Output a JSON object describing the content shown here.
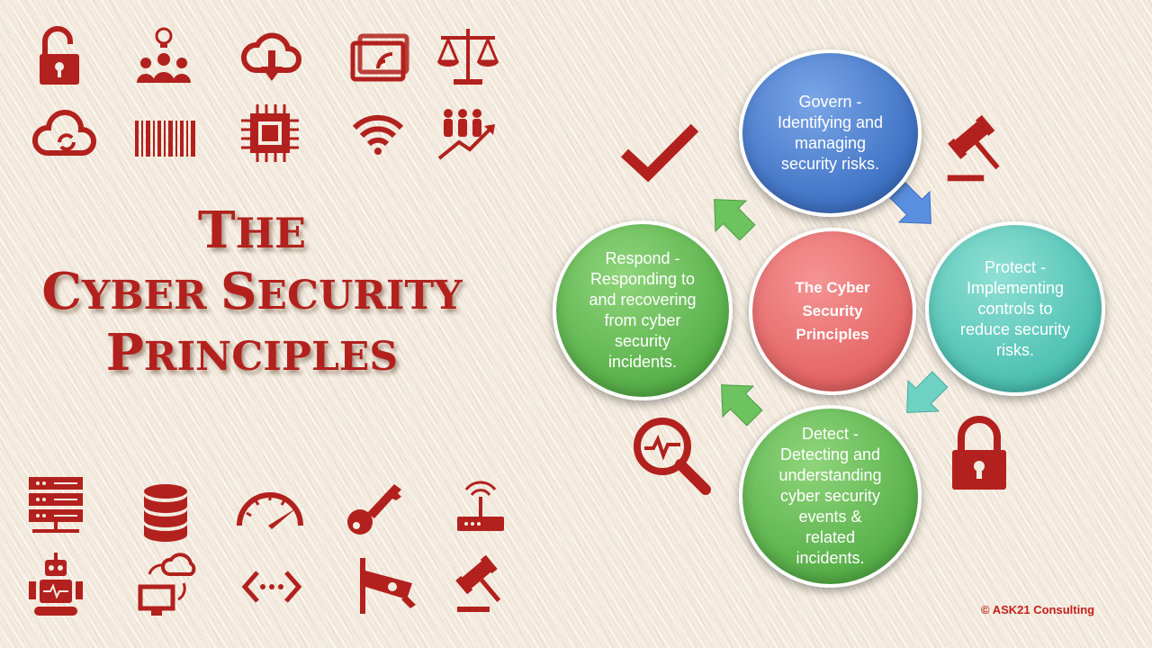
{
  "title": {
    "line1": {
      "cap": "T",
      "rest": "HE"
    },
    "line2": {
      "cap1": "C",
      "rest1": "YBER ",
      "cap2": "S",
      "rest2": "ECURITY"
    },
    "line3": {
      "cap": "P",
      "rest": "RINCIPLES"
    }
  },
  "diagram": {
    "center": "The Cyber\nSecurity\nPrinciples",
    "govern": "Govern -\nIdentifying and\nmanaging\nsecurity risks.",
    "protect": "Protect -\nImplementing\ncontrols to\nreduce security\nrisks.",
    "detect": "Detect -\nDetecting and\nunderstanding\ncyber security\nevents &\nrelated\nincidents.",
    "respond": "Respond -\nResponding to\nand recovering\nfrom cyber\nsecurity\nincidents."
  },
  "icons": [
    "open-lock",
    "team-idea",
    "cloud-download",
    "wireless-card",
    "scales",
    "cloud-sync",
    "barcode",
    "cpu-chip",
    "wifi",
    "growth-people",
    "server-rack",
    "database",
    "speedometer",
    "key",
    "router",
    "robot",
    "cloud-computer",
    "code-brackets",
    "security-camera",
    "gavel",
    "checkmark",
    "gavel",
    "padlock",
    "magnifier-pulse"
  ],
  "colors": {
    "accent": "#b2211d",
    "govern": "#3f72c4",
    "protect": "#4cc0b2",
    "detect": "#58b04a",
    "respond": "#58b04a",
    "center": "#e56565"
  },
  "copyright": "© ASK21 Consulting"
}
